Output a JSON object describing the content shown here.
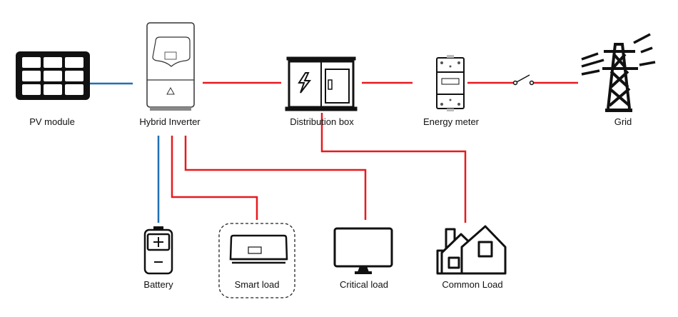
{
  "colors": {
    "ac_line": "#e8191f",
    "dc_line": "#1f6fb5",
    "icon": "#111111"
  },
  "nodes": {
    "pv": {
      "label": "PV module",
      "icon": "solar-panel-icon"
    },
    "inverter": {
      "label": "Hybrid Inverter",
      "icon": "inverter-icon"
    },
    "distribution": {
      "label": "Distribution box",
      "icon": "distribution-box-icon"
    },
    "meter": {
      "label": "Energy meter",
      "icon": "energy-meter-icon"
    },
    "grid": {
      "label": "Grid",
      "icon": "power-tower-icon"
    },
    "battery": {
      "label": "Battery",
      "icon": "battery-icon"
    },
    "smart": {
      "label": "Smart load",
      "icon": "air-conditioner-icon"
    },
    "critical": {
      "label": "Critical load",
      "icon": "monitor-icon"
    },
    "common": {
      "label": "Common Load",
      "icon": "house-icon"
    }
  }
}
